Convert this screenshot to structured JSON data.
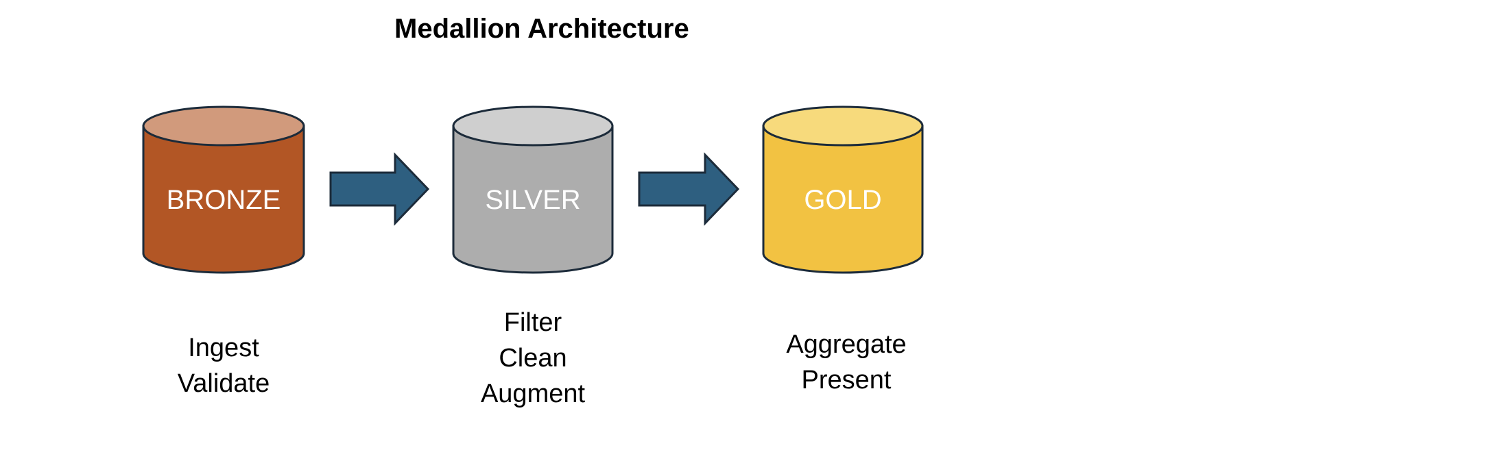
{
  "title": "Medallion Architecture",
  "stages": [
    {
      "label": "BRONZE",
      "body_color": "#b25625",
      "top_color": "#d19a7c",
      "steps": [
        "Ingest",
        "Validate"
      ]
    },
    {
      "label": "SILVER",
      "body_color": "#adadad",
      "top_color": "#cfcfcf",
      "steps": [
        "Filter",
        "Clean",
        "Augment"
      ]
    },
    {
      "label": "GOLD",
      "body_color": "#f2c242",
      "top_color": "#f7da7c",
      "steps": [
        "Aggregate",
        "Present"
      ]
    }
  ],
  "arrow_color": "#2e5f80",
  "outline_color": "#1c2b3a"
}
